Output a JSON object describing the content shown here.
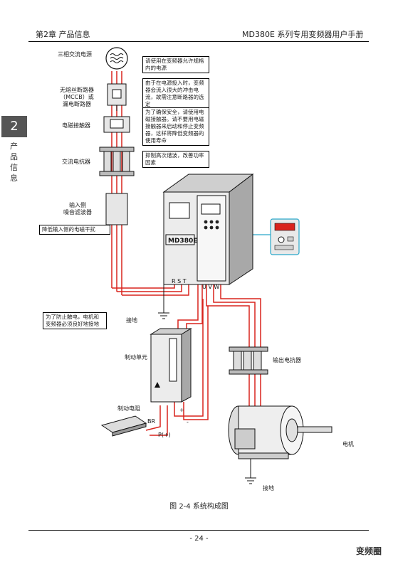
{
  "header": {
    "left": "第2章  产品信息",
    "right": "MD380E 系列专用变频器用户手册"
  },
  "sidebar": {
    "number": "2",
    "vertical_text": "产品信息"
  },
  "labels": {
    "power_source": "三相交流电源",
    "breaker": "无熔丝断路器\n（MCCB）或\n漏电断路器",
    "contactor": "电磁接触器",
    "ac_reactor": "交流电抗器",
    "input_filter": "输入侧\n噪音滤波器",
    "ground1": "接地",
    "brake_unit": "制动单元",
    "brake_resistor": "制动电阻",
    "output_reactor": "输出电抗器",
    "motor": "电机",
    "ground2": "接地"
  },
  "notes": {
    "power_note": "请使用在变频器允许规格内的电源",
    "breaker_note": "由于在电源投入时，变频器会流入很大的冲击电流，故需注意断路器的选定",
    "contactor_note": "为了确保安全，请使用电磁接触器。请不要用电磁接触器来启动和停止变频器，这样将降低变频器的使用寿命",
    "reactor_note": "抑制高次谐波，改善功率因素",
    "filter_note": "降低输入侧的电磁干扰",
    "ground_note": "为了防止触电，电机和变频器必须良好地接地"
  },
  "drive": {
    "model": "MD380E",
    "input_terms": "R S T",
    "output_terms": "U V W"
  },
  "brake_terms": {
    "br": "BR",
    "p": "P(+)",
    "plus": "+",
    "minus": "-"
  },
  "caption": "图 2-4 系统构成图",
  "page_number": "- 24 -",
  "watermark": "变频圈",
  "colors": {
    "wire": "#d9231d",
    "line": "#1a1a1a",
    "device": "#e6e6e6"
  }
}
